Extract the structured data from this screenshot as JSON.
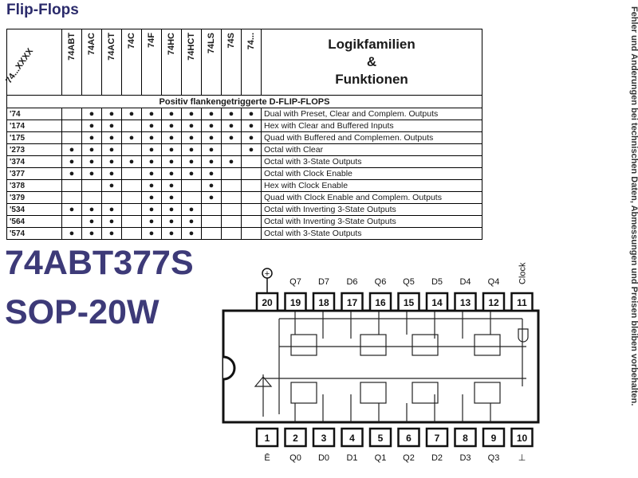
{
  "title": "Flip-Flops",
  "side_note": "Fehler und Änderungen bei technischen Daten, Abmessungen und Preisen bleiben vorbehalten.",
  "table": {
    "corner_label": "74...XXXX",
    "families": [
      "74ABT",
      "74AC",
      "74ACT",
      "74C",
      "74F",
      "74HC",
      "74HCT",
      "74LS",
      "74S",
      "74..."
    ],
    "function_header": [
      "Logikfamilien",
      "&",
      "Funktionen"
    ],
    "section": "Positiv flankengetriggerte D-FLIP-FLOPS",
    "rows": [
      {
        "type": "'74",
        "marks": [
          0,
          1,
          1,
          1,
          1,
          1,
          1,
          1,
          1,
          1
        ],
        "desc": "Dual with Preset, Clear and Complem. Outputs"
      },
      {
        "type": "'174",
        "marks": [
          0,
          1,
          1,
          0,
          1,
          1,
          1,
          1,
          1,
          1
        ],
        "desc": "Hex with Clear and Buffered Inputs"
      },
      {
        "type": "'175",
        "marks": [
          0,
          1,
          1,
          1,
          1,
          1,
          1,
          1,
          1,
          1
        ],
        "desc": "Quad with Buffered and Complemen. Outputs"
      },
      {
        "type": "'273",
        "marks": [
          1,
          1,
          1,
          0,
          1,
          1,
          1,
          1,
          0,
          1
        ],
        "desc": "Octal with Clear"
      },
      {
        "type": "'374",
        "marks": [
          1,
          1,
          1,
          1,
          1,
          1,
          1,
          1,
          1,
          0
        ],
        "desc": "Octal with 3-State Outputs"
      },
      {
        "type": "'377",
        "marks": [
          1,
          1,
          1,
          0,
          1,
          1,
          1,
          1,
          0,
          0
        ],
        "desc": "Octal with Clock Enable"
      },
      {
        "type": "'378",
        "marks": [
          0,
          0,
          1,
          0,
          1,
          1,
          0,
          1,
          0,
          0
        ],
        "desc": "Hex with Clock Enable"
      },
      {
        "type": "'379",
        "marks": [
          0,
          0,
          0,
          0,
          1,
          1,
          0,
          1,
          0,
          0
        ],
        "desc": "Quad with Clock Enable and Complem. Outputs"
      },
      {
        "type": "'534",
        "marks": [
          1,
          1,
          1,
          0,
          1,
          1,
          1,
          0,
          0,
          0
        ],
        "desc": "Octal with Inverting 3-State Outputs"
      },
      {
        "type": "'564",
        "marks": [
          0,
          1,
          1,
          0,
          1,
          1,
          1,
          0,
          0,
          0
        ],
        "desc": "Octal with Inverting 3-State Outputs"
      },
      {
        "type": "'574",
        "marks": [
          1,
          1,
          1,
          0,
          1,
          1,
          1,
          0,
          0,
          0
        ],
        "desc": "Octal with 3-State Outputs"
      }
    ]
  },
  "part_number": "74ABT377S",
  "package": "SOP-20W",
  "pinout": {
    "top_pins": [
      {
        "num": "20",
        "name": "+"
      },
      {
        "num": "19",
        "name": "Q7"
      },
      {
        "num": "18",
        "name": "D7"
      },
      {
        "num": "17",
        "name": "D6"
      },
      {
        "num": "16",
        "name": "Q6"
      },
      {
        "num": "15",
        "name": "Q5"
      },
      {
        "num": "14",
        "name": "D5"
      },
      {
        "num": "13",
        "name": "D4"
      },
      {
        "num": "12",
        "name": "Q4"
      },
      {
        "num": "11",
        "name": "Clock"
      }
    ],
    "bottom_pins": [
      {
        "num": "1",
        "name": "Ē"
      },
      {
        "num": "2",
        "name": "Q0"
      },
      {
        "num": "3",
        "name": "D0"
      },
      {
        "num": "4",
        "name": "D1"
      },
      {
        "num": "5",
        "name": "Q1"
      },
      {
        "num": "6",
        "name": "Q2"
      },
      {
        "num": "7",
        "name": "D2"
      },
      {
        "num": "8",
        "name": "D3"
      },
      {
        "num": "9",
        "name": "Q3"
      },
      {
        "num": "10",
        "name": "⊥"
      }
    ]
  }
}
